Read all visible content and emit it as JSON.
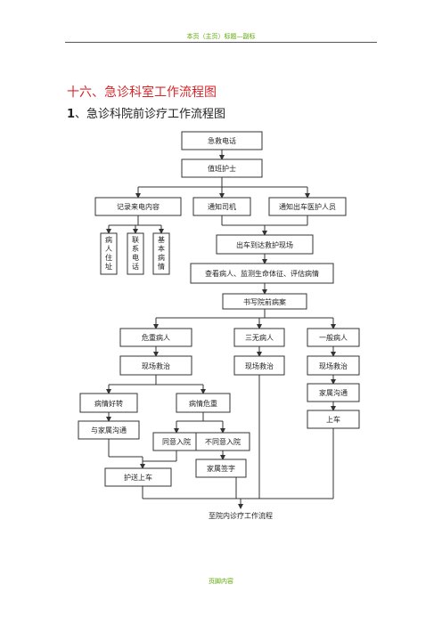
{
  "page": {
    "header": "本页（主页）标题—副标",
    "footer": "页脚内容",
    "section_title": "十六、急诊科室工作流程图",
    "subsection_number": "1",
    "subsection_title": "、急诊科院前诊疗工作流程图"
  },
  "flowchart": {
    "nodes": {
      "emergency_call": "急救电话",
      "duty_nurse": "值班护士",
      "record_call": "记录来电内容",
      "notify_driver": "通知司机",
      "notify_medics": "通知出车医护人员",
      "patient_address": "病人住址",
      "contact_phone": "联系电话",
      "basic_condition": "基本病情",
      "dispatch_rescue": "出车到达救护现场",
      "examine_patient": "查看病人、监测生命体征、评估病情",
      "prehospital_record": "书写院前病案",
      "critical_patient": "危重病人",
      "unidentified_patient": "三无病人",
      "general_patient": "一般病人",
      "onsite_rescue_1": "现场救治",
      "onsite_rescue_2": "现场救治",
      "onsite_rescue_3": "现场救治",
      "condition_improved": "病情好转",
      "condition_critical": "病情危重",
      "family_talk_general": "家属沟通",
      "family_talk_critical": "与家属沟通",
      "board_vehicle": "上车",
      "agree_admission": "同意入院",
      "refuse_admission": "不同意入院",
      "family_signature": "家属签字",
      "escort_to_vehicle": "护送上车",
      "hospital_process": "至院内诊疗工作流程"
    }
  }
}
